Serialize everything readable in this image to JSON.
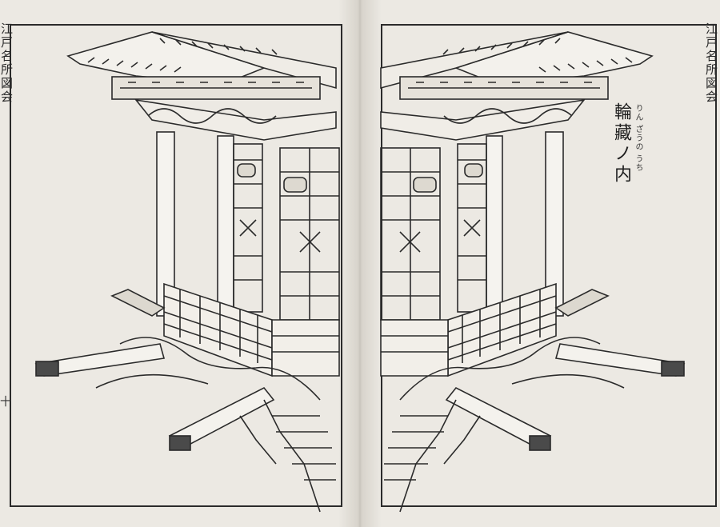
{
  "page": {
    "spine_left": "江戸名所図会",
    "spine_right": "江戸名所図会",
    "folio": "十"
  },
  "caption": {
    "title": "輪藏ノ内",
    "reading": "りん ざうの うち"
  },
  "colors": {
    "paper": "#ece9e3",
    "ink": "#2b2b2b",
    "gutter": "#c9c5bd"
  }
}
